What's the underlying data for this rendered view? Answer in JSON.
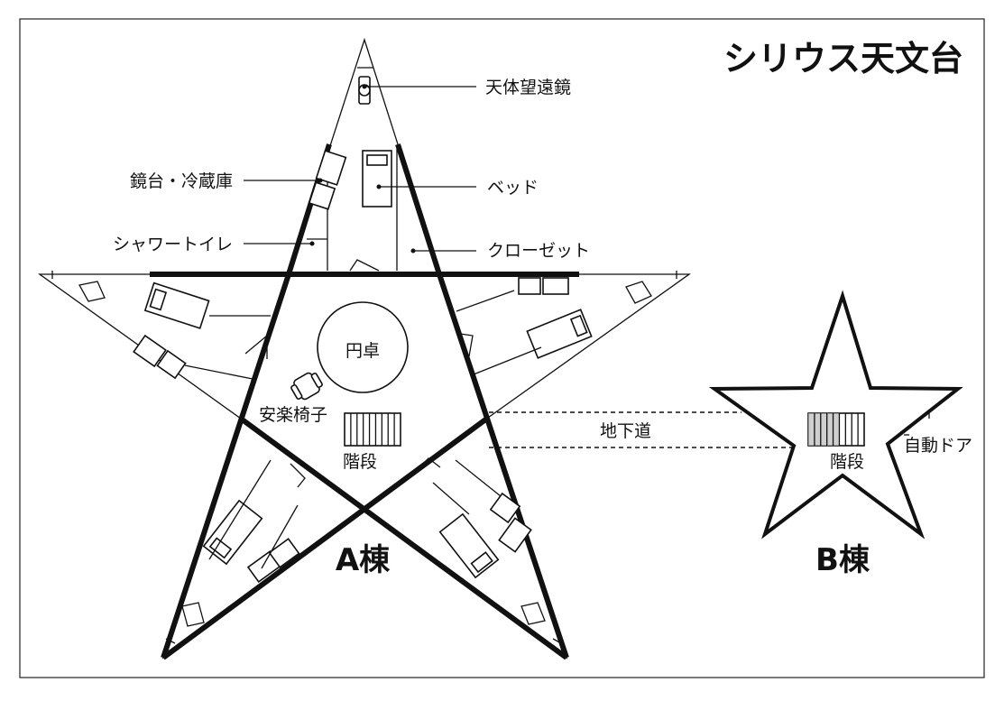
{
  "title": "シリウス天文台",
  "labels": {
    "telescope": "天体望遠鏡",
    "mirror_fridge": "鏡台・冷蔵庫",
    "bed": "ベッド",
    "shower_toilet": "シャワートイレ",
    "closet": "クローゼット",
    "round_table": "円卓",
    "easy_chair": "安楽椅子",
    "stairs_a": "階段",
    "underground_passage": "地下道",
    "stairs_b": "階段",
    "automatic_door": "自動ドア"
  },
  "buildings": {
    "a": "A棟",
    "b": "B棟"
  }
}
